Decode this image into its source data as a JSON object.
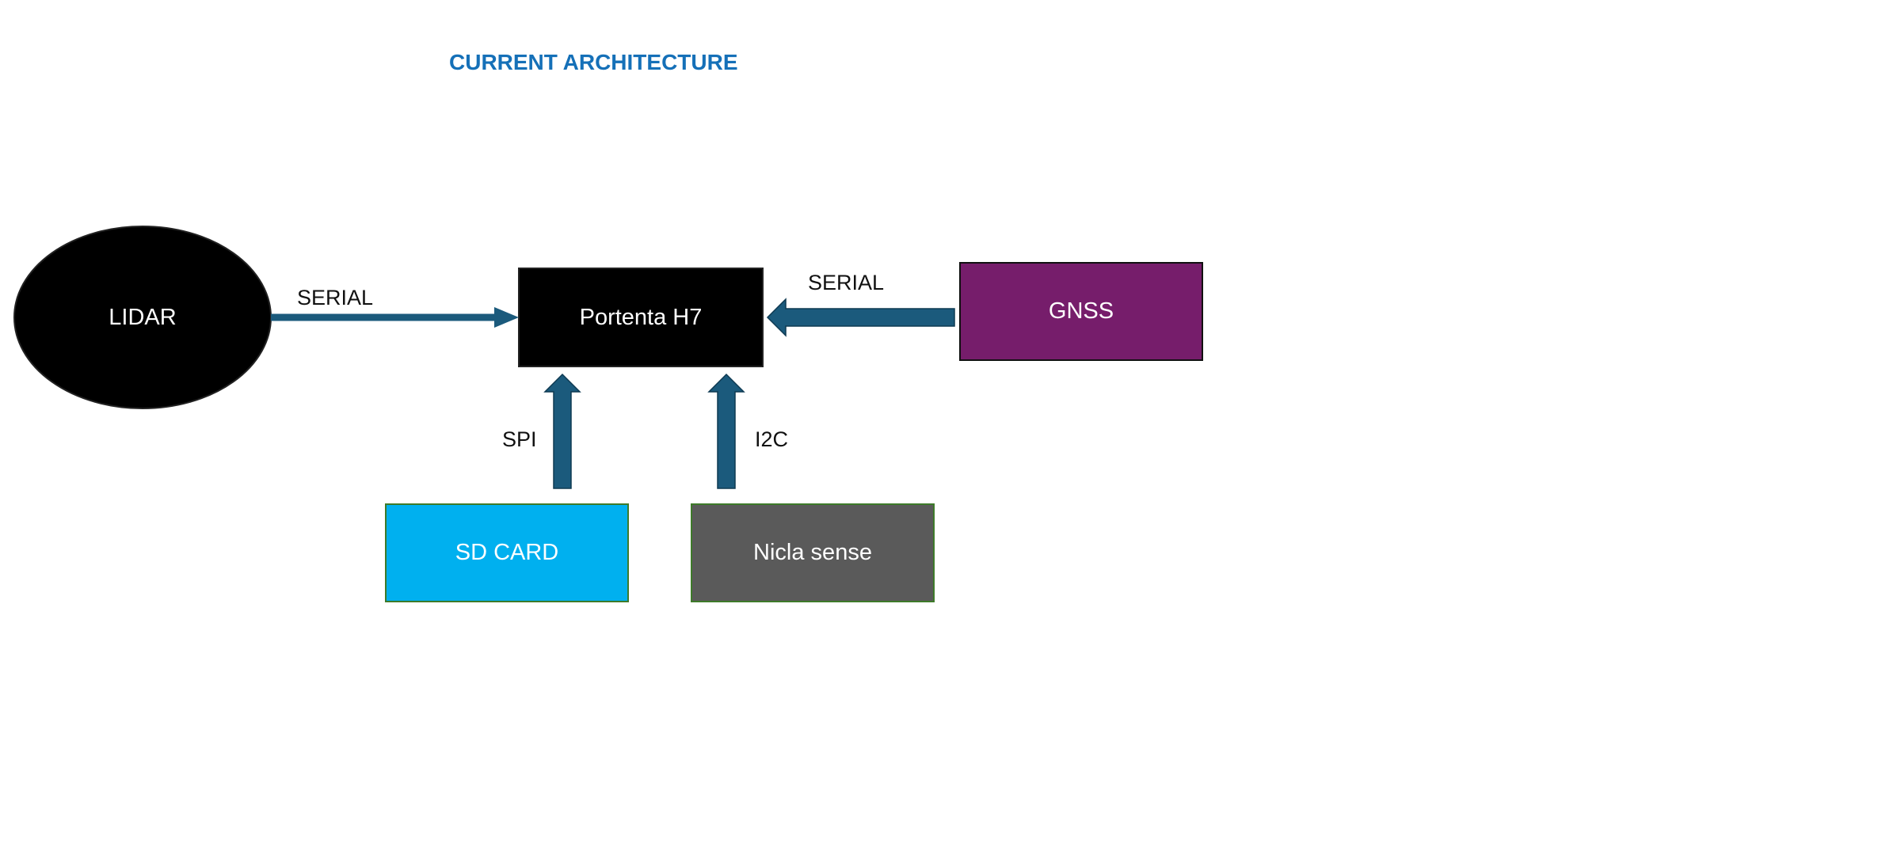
{
  "title": "CURRENT ARCHITECTURE",
  "nodes": {
    "lidar": "LIDAR",
    "portenta": "Portenta H7",
    "gnss": "GNSS",
    "sd_card": "SD CARD",
    "nicla": "Nicla sense"
  },
  "edges": {
    "lidar_to_portenta": "SERIAL",
    "gnss_to_portenta": "SERIAL",
    "sd_to_portenta": "SPI",
    "nicla_to_portenta": "I2C"
  },
  "colors": {
    "title": "#1570B8",
    "arrow": "#1B5A7C",
    "lidar": "#000000",
    "portenta": "#000000",
    "gnss": "#761D6B",
    "sd_card": "#00B0EF",
    "nicla": "#5A5A5A",
    "node_border_green": "#3E7A2A"
  }
}
